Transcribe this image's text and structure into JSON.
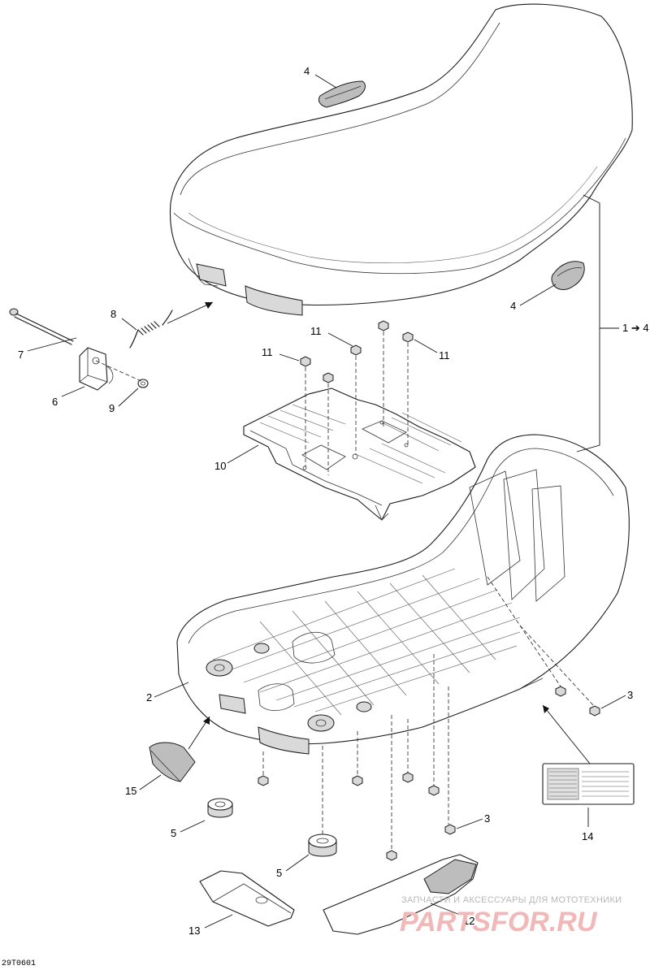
{
  "callouts": [
    {
      "id": "4a",
      "label": "4"
    },
    {
      "id": "4b",
      "label": "4"
    },
    {
      "id": "range",
      "label": "1 ➔ 4"
    },
    {
      "id": "7",
      "label": "7"
    },
    {
      "id": "8",
      "label": "8"
    },
    {
      "id": "6",
      "label": "6"
    },
    {
      "id": "9",
      "label": "9"
    },
    {
      "id": "11a",
      "label": "11"
    },
    {
      "id": "11b",
      "label": "11"
    },
    {
      "id": "11c",
      "label": "11"
    },
    {
      "id": "10",
      "label": "10"
    },
    {
      "id": "2",
      "label": "2"
    },
    {
      "id": "3a",
      "label": "3"
    },
    {
      "id": "3b",
      "label": "3"
    },
    {
      "id": "15",
      "label": "15"
    },
    {
      "id": "5a",
      "label": "5"
    },
    {
      "id": "5b",
      "label": "5"
    },
    {
      "id": "14",
      "label": "14"
    },
    {
      "id": "13",
      "label": "13"
    },
    {
      "id": "12",
      "label": "12"
    }
  ],
  "figure_code": "29T0601",
  "watermark": {
    "tagline": "ЗАПЧАСТИ И АКСЕССУАРЫ ДЛЯ МОТОТЕХНИКИ",
    "brand": "PARTSFOR.RU"
  }
}
